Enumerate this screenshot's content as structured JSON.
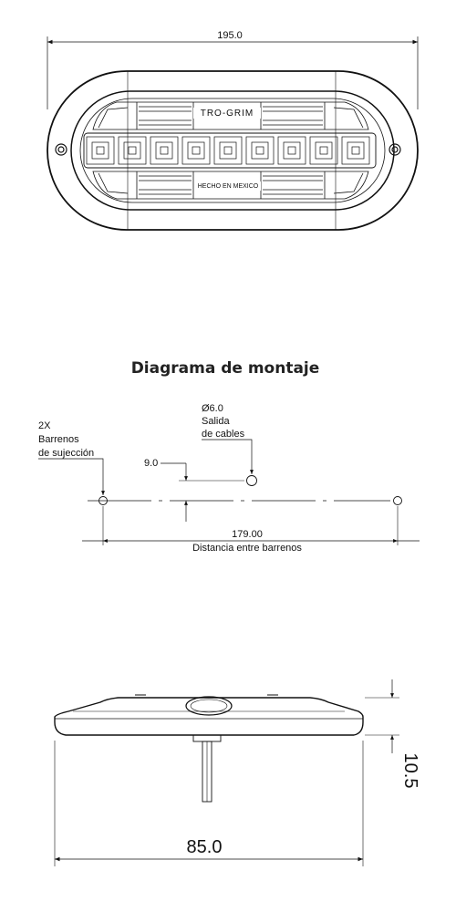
{
  "top_view": {
    "width_dim": "195.0",
    "brand_text": "TRO-GRIM",
    "origin_text": "HECHO EN MEXICO"
  },
  "mounting": {
    "title": "Diagrama de montaje",
    "hole_diameter": "Ø6.0",
    "hole_label_1": "Salida",
    "hole_label_2": "de cables",
    "holes_count": "2X",
    "holes_label_1": "Barrenos",
    "holes_label_2": "de sujección",
    "offset_dim": "9.0",
    "distance_dim": "179.00",
    "distance_label": "Distancia entre barrenos"
  },
  "side_view": {
    "height_dim": "10.5",
    "depth_dim": "85.0"
  }
}
